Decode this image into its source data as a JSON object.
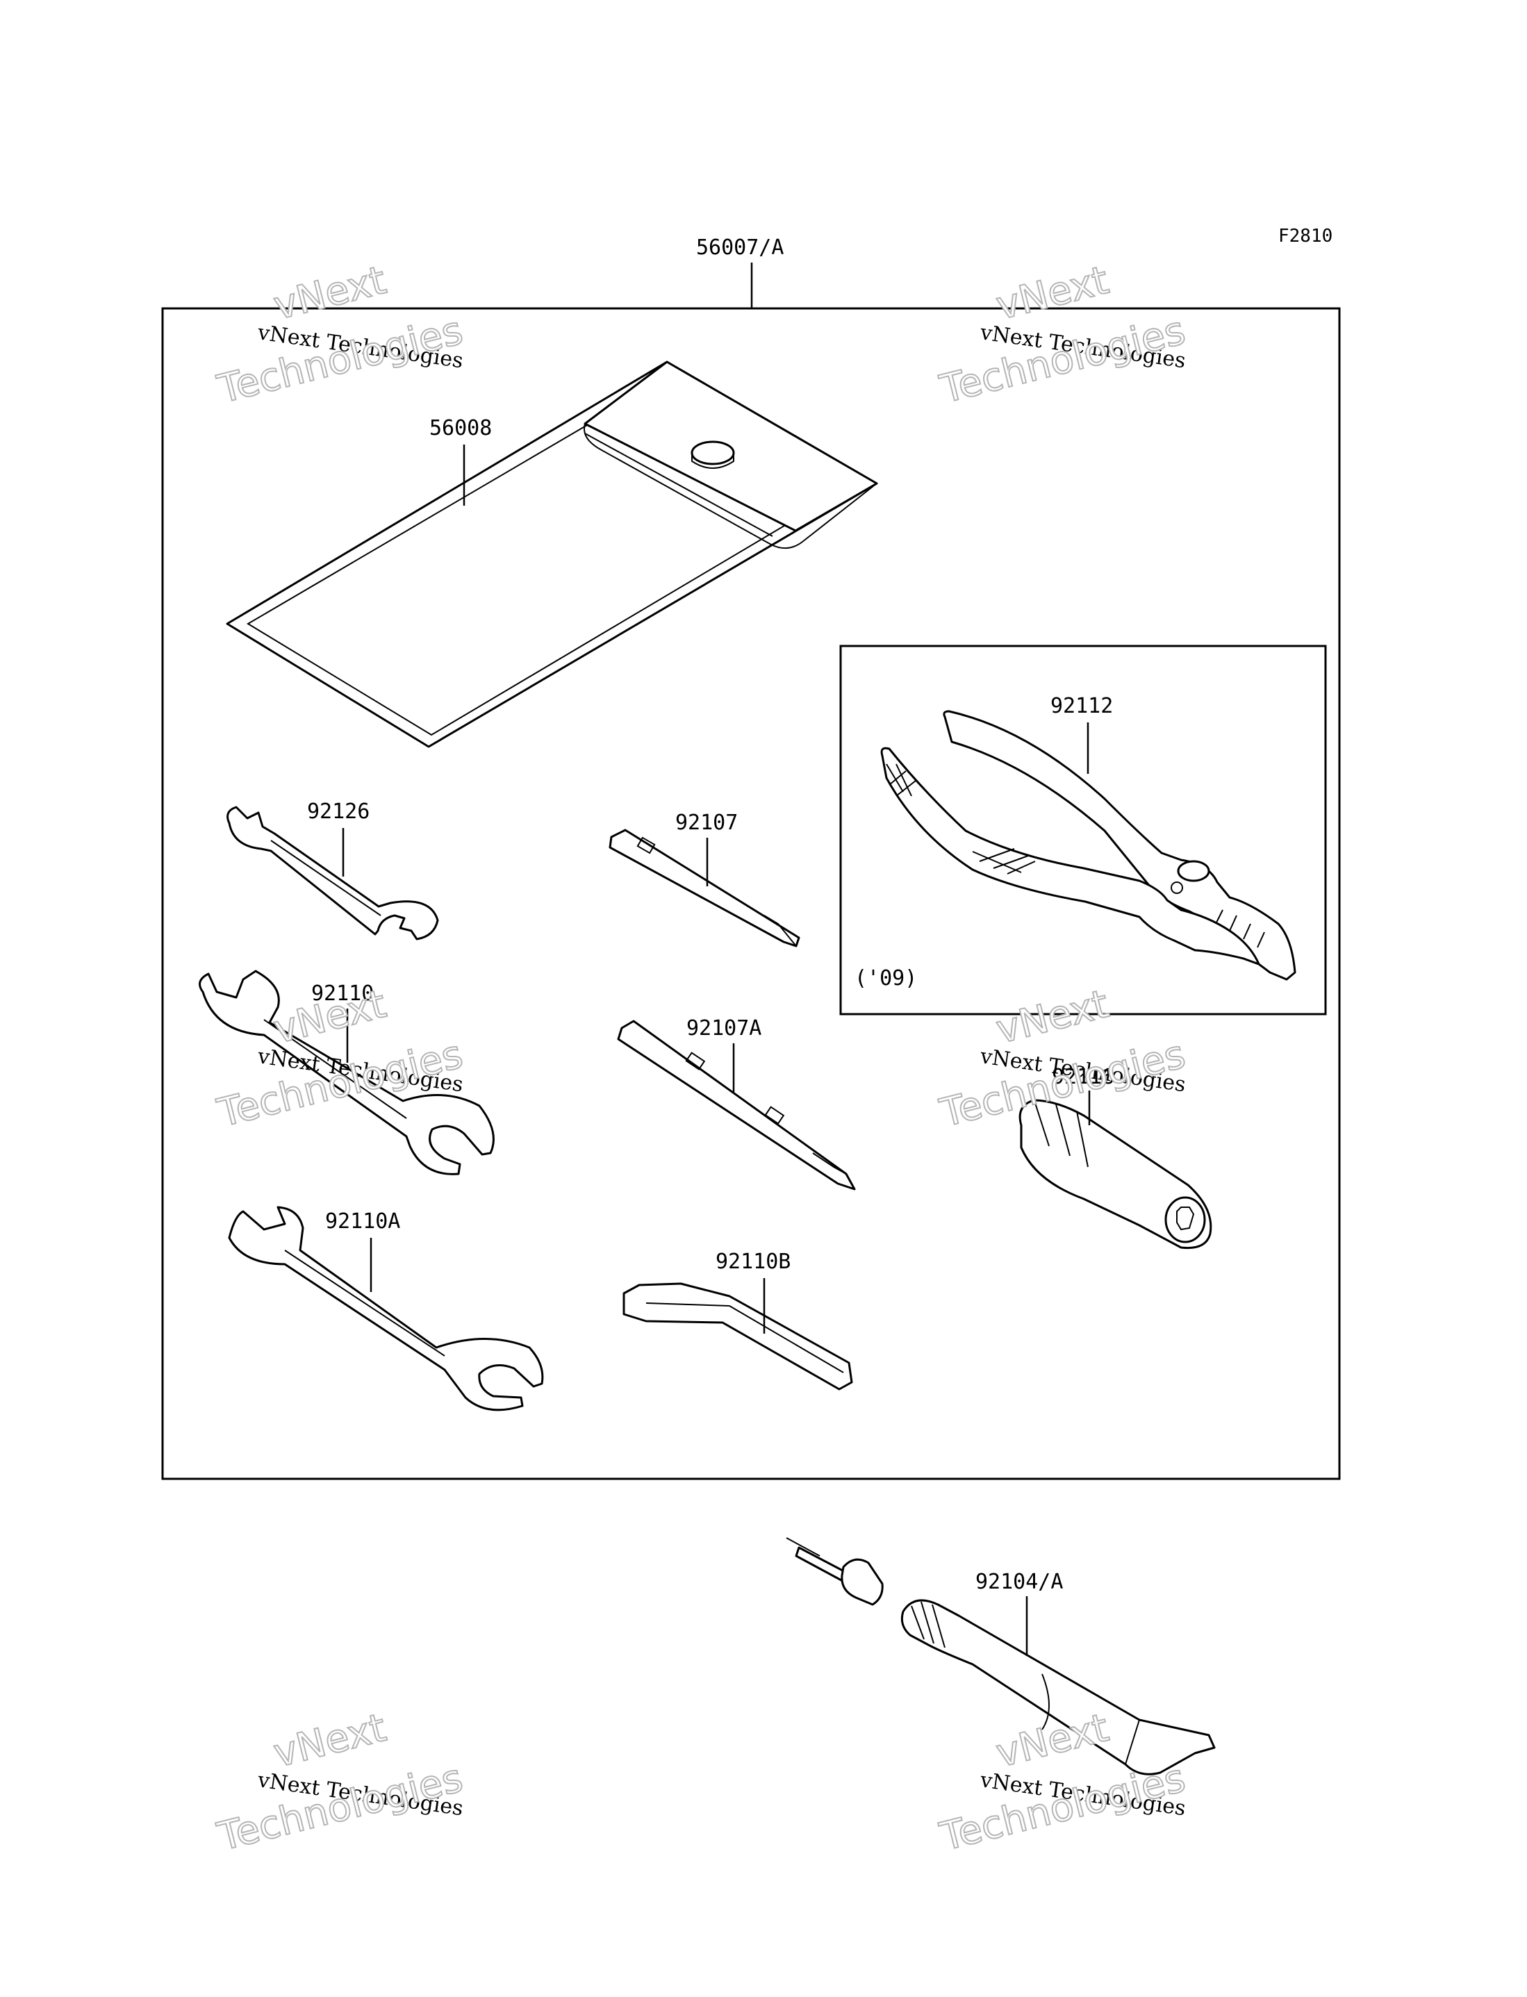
{
  "figure_code": "F2810",
  "parts": {
    "tool_kit": "56007/A",
    "tool_bag": "56008",
    "wrench_small": "92126",
    "wrench_medium": "92110",
    "wrench_large": "92110A",
    "screwdriver_bit": "92107",
    "screwdriver_bit_b": "92107A",
    "hex_wrench": "92110B",
    "pliers": "92112",
    "handle": "92116",
    "grease_tube": "92104/A"
  },
  "pliers_note": "('09)",
  "watermark": {
    "line1": "vNext",
    "line2": "vNext Technologies",
    "line3": "Technologies"
  }
}
